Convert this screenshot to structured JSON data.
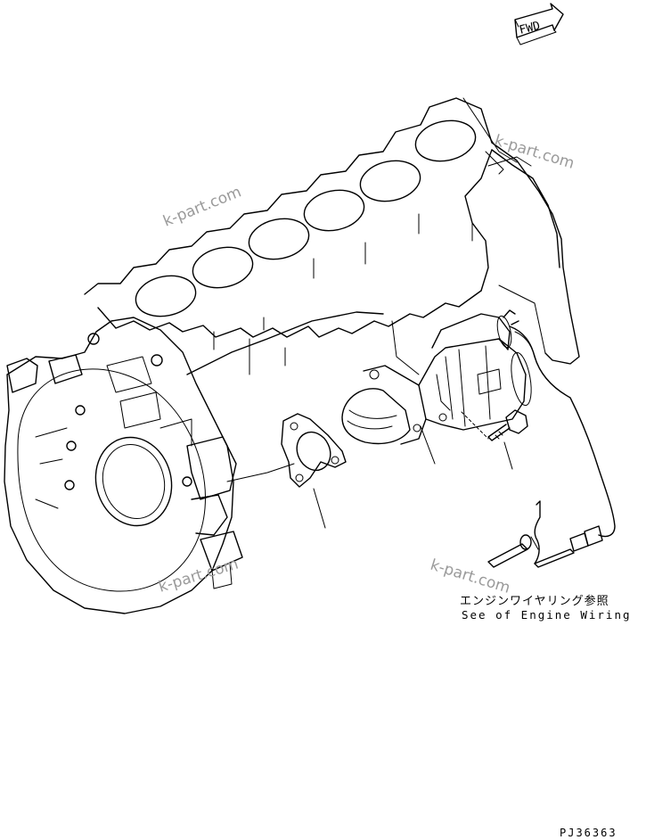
{
  "direction_marker": {
    "label": "FWD"
  },
  "watermarks": [
    "k-part.com",
    "k-part.com",
    "k-part.com",
    "k-part.com"
  ],
  "reference_note": {
    "japanese": "エンジンワイヤリング参照",
    "english": "See of Engine Wiring"
  },
  "drawing_code": "PJ36363"
}
